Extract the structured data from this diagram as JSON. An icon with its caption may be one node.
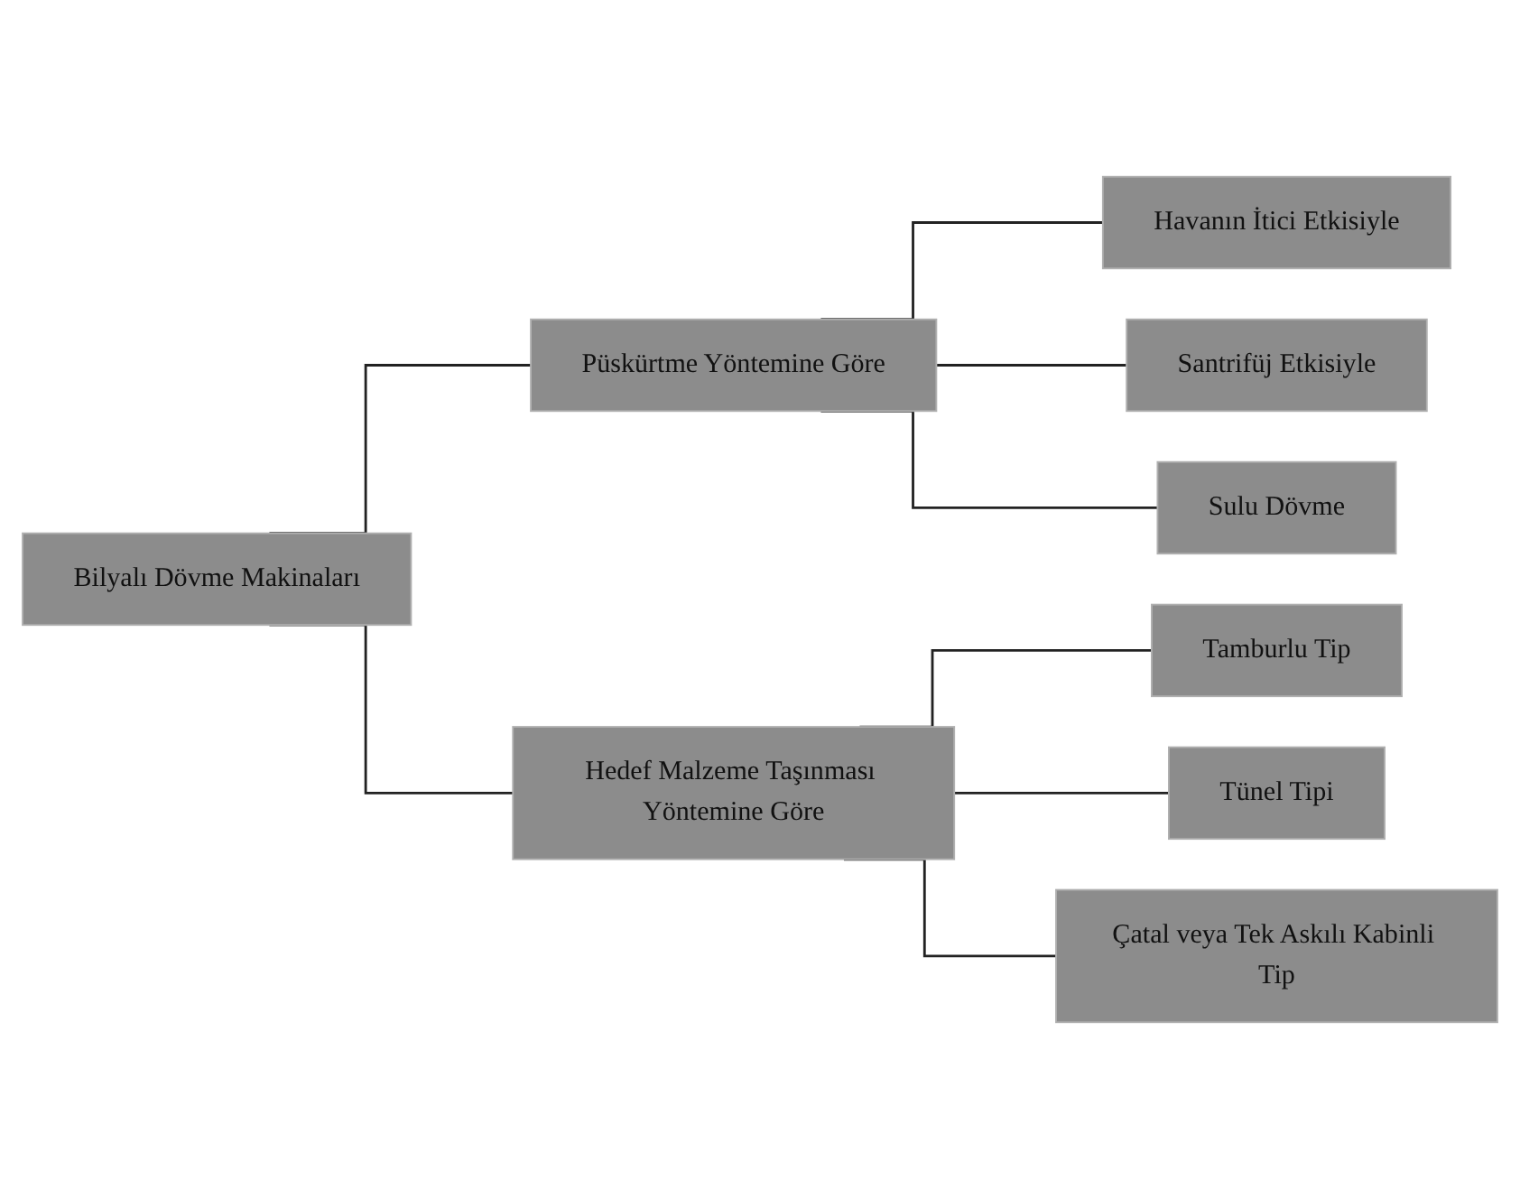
{
  "diagram": {
    "nodes": [
      {
        "text": [
          "Bilyalı Dövme Makinaları"
        ]
      },
      {
        "text": [
          "Püskürtme Yöntemine Göre"
        ]
      },
      {
        "text": [
          "Hedef Malzeme Taşınması Yöntemine Göre"
        ]
      },
      {
        "text": [
          "Havanın İtici Etkisiyle"
        ]
      },
      {
        "text": [
          "Santrifüj Etkisiyle"
        ]
      },
      {
        "text": [
          "Sulu Dövme"
        ]
      },
      {
        "text": [
          "Tamburlu Tip"
        ]
      },
      {
        "text": [
          "Tünel Tipi"
        ]
      },
      {
        "text": [
          "Çatal veya Tek Askılı Kabinli Tip"
        ]
      }
    ],
    "edges": [
      {
        "from": 0,
        "to": 1,
        "arrow": "none"
      },
      {
        "from": 0,
        "to": 2,
        "arrow": "none"
      },
      {
        "from": 1,
        "to": 3,
        "arrow": "none"
      },
      {
        "from": 1,
        "to": 4,
        "arrow": "none"
      },
      {
        "from": 1,
        "to": 5,
        "arrow": "none"
      },
      {
        "from": 2,
        "to": 6,
        "arrow": "none"
      },
      {
        "from": 2,
        "to": 7,
        "arrow": "none"
      },
      {
        "from": 2,
        "to": 8,
        "arrow": "none"
      }
    ]
  }
}
